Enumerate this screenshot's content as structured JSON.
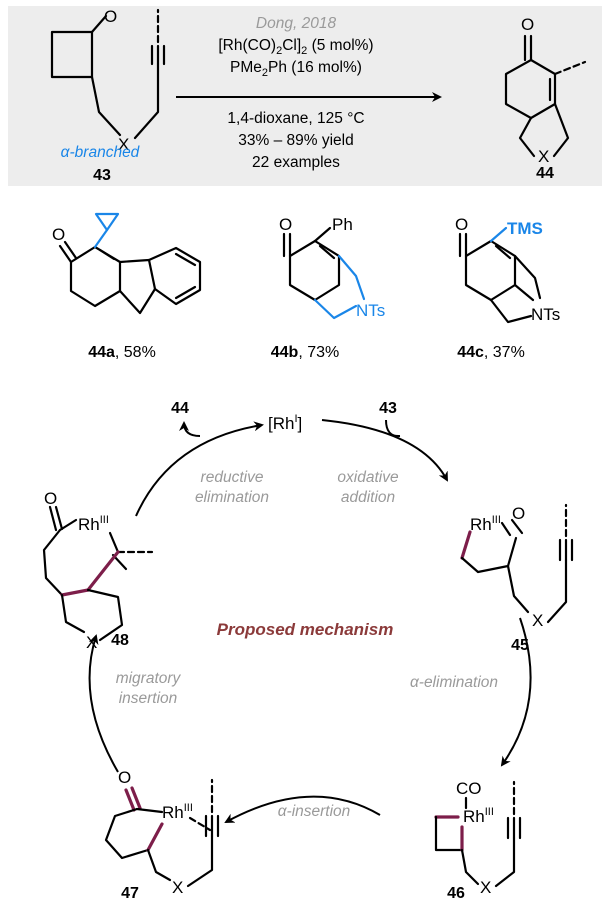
{
  "reaction": {
    "author": "Dong, 2018",
    "reagent_1": "[Rh(CO)2Cl]2 (5 mol%)",
    "reagent_2": "PMe2Ph (16 mol%)",
    "solvent": "1,4-dioxane, 125 °C",
    "yield": "33% – 89% yield",
    "examples": "22 examples",
    "substrate_tag": "α-branched",
    "substrate_label": "43",
    "product_label": "44"
  },
  "examples": [
    {
      "label": "44a",
      "yield": ", 58%"
    },
    {
      "label": "44b",
      "yield": ", 73%"
    },
    {
      "label": "44c",
      "yield": ", 37%"
    }
  ],
  "mechanism": {
    "title": "Proposed mechanism",
    "catalyst": "[Rh",
    "catalyst_sup": "I",
    "catalyst_close": "]",
    "in_label": "43",
    "out_label": "44",
    "steps": {
      "oxidative_1": "oxidative",
      "oxidative_2": "addition",
      "alpha_elimination": "α-elimination",
      "alpha_insertion": "α-insertion",
      "migratory_1": "migratory",
      "migratory_2": "insertion",
      "reductive_1": "reductive",
      "reductive_2": "elimination"
    },
    "intermediates": [
      "45",
      "46",
      "47",
      "48"
    ]
  },
  "atoms": {
    "O": "O",
    "X": "X",
    "Ph": "Ph",
    "TMS": "TMS",
    "NTs": "NTs",
    "Rh": "Rh",
    "III": "III",
    "CO": "CO"
  },
  "colors": {
    "highlight_blue": "#1a86e8",
    "bond_maroon": "#7d1e4a",
    "title_maroon": "#8b3a3a",
    "panel_grey": "#ededed",
    "step_grey": "#9a9a9a"
  }
}
